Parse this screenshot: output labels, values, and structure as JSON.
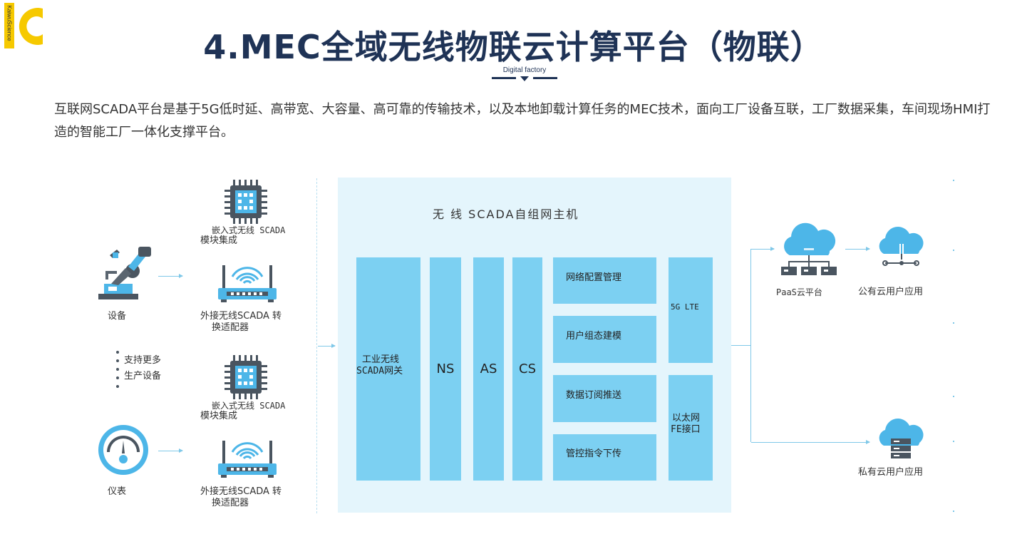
{
  "header": {
    "logo_text": "KaiwuScience",
    "title": "4.MEC全域无线物联云计算平台（物联）",
    "tag": "Digital factory",
    "intro": "互联网SCADA平台是基于5G低时延、高带宽、大容量、高可靠的传输技术，以及本地卸载计算任务的MEC技术，面向工厂设备互联，工厂数据采集，车间现场HMI打造的智能工厂一体化支撑平台。"
  },
  "devices": {
    "equipment_label": "设备",
    "meter_label": "仪表",
    "more_line1": "支持更多",
    "more_line2": "生产设备",
    "embedded_line1": "嵌入式无线 SCADA",
    "embedded_line2": "模块集成",
    "external_line1": "外接无线SCADA 转",
    "external_line2": "换适配器"
  },
  "host": {
    "title": "无 线 SCADA自组网主机",
    "gateway_line1": "工业无线",
    "gateway_line2": "SCADA网关",
    "ns": "NS",
    "as": "AS",
    "cs": "CS",
    "functions": [
      "网络配置管理",
      "用户组态建模",
      "数据订阅推送",
      "管控指令下传"
    ],
    "lte": "5G LTE",
    "ethernet_line1": "以太网",
    "ethernet_line2": "FE接口"
  },
  "cloud": {
    "paas": "PaaS云平台",
    "public": "公有云用户应用",
    "private": "私有云用户应用"
  },
  "colors": {
    "title": "#1f3356",
    "block": "#7cd0f2",
    "panel": "#e4f5fc",
    "logo": "#f6c900",
    "cloud": "#4db6e8"
  }
}
